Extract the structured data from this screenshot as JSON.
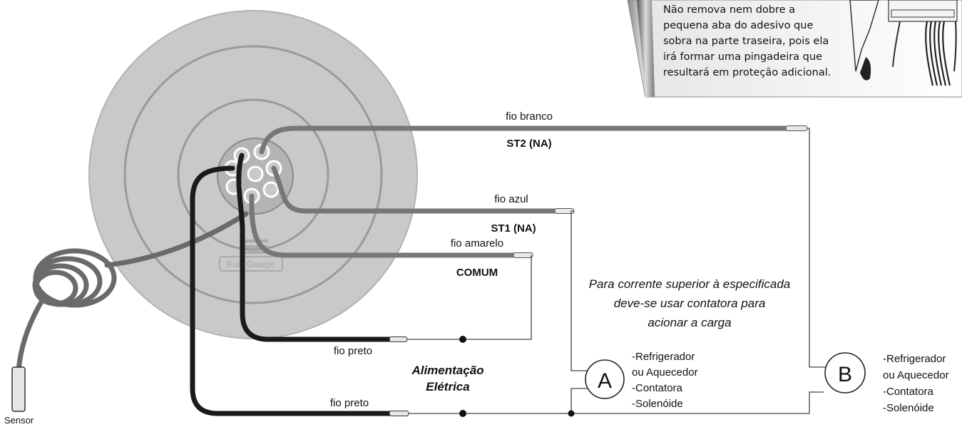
{
  "note": {
    "lines": [
      "Não remova nem dobre a",
      "pequena aba do adesivo que",
      "sobra na parte traseira, pois ela",
      "irá formar uma pingadeira que",
      "resultará em proteção adicional."
    ]
  },
  "brand": {
    "logo_text": "Full Gauge"
  },
  "wires": {
    "white": {
      "name": "fio branco",
      "terminal": "ST2 (NA)"
    },
    "blue": {
      "name": "fio azul",
      "terminal": "ST1 (NA)"
    },
    "yellow": {
      "name": "fio amarelo",
      "terminal": "COMUM"
    },
    "black_1": {
      "name": "fio preto"
    },
    "black_2": {
      "name": "fio preto"
    }
  },
  "power": {
    "line1": "Alimentação",
    "line2": "Elétrica"
  },
  "contactor_note": {
    "line1": "Para corrente superior à especificada",
    "line2": "deve-se usar contatora para",
    "line3": "acionar a carga"
  },
  "loads": {
    "a": {
      "letter": "A",
      "items": [
        "-Refrigerador",
        "ou Aquecedor",
        "-Contatora",
        "-Solenóide"
      ]
    },
    "b": {
      "letter": "B",
      "items": [
        "-Refrigerador",
        "ou Aquecedor",
        "-Contatora",
        "-Solenóide"
      ]
    }
  },
  "sensor": {
    "label": "Sensor"
  },
  "colors": {
    "disc": "#c9c9c9",
    "disc_ring": "#9a9a9a",
    "gray_wire": "#777777",
    "black_wire": "#1a1a1a",
    "thin_wire": "#444444"
  }
}
